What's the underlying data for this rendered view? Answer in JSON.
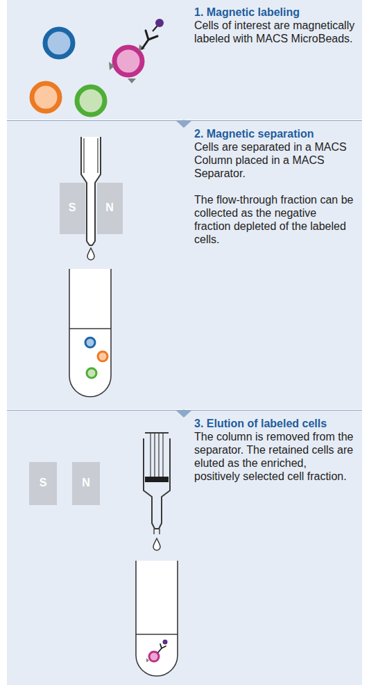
{
  "diagram": {
    "nodes": [
      {
        "text": [
          "1. Magnetic labeling",
          "Cells of interest are magnetically labeled with MACS MicroBeads."
        ]
      },
      {
        "text": [
          "2. Magnetic separation",
          "Cells are separated in a MACS Column placed in a MACS Separator.",
          "The flow-through fraction can be collected as the negative fraction depleted of the labeled cells."
        ]
      },
      {
        "text": [
          "3. Elution of labeled cells",
          "The column is removed from the separator. The retained cells are eluted as the enriched, positively selected cell fraction."
        ]
      }
    ],
    "edges": [
      {
        "from": 0,
        "to": 1,
        "arrow": "to"
      },
      {
        "from": 1,
        "to": 2,
        "arrow": "to"
      }
    ],
    "labels": [
      "S",
      "N",
      "S",
      "N"
    ]
  }
}
